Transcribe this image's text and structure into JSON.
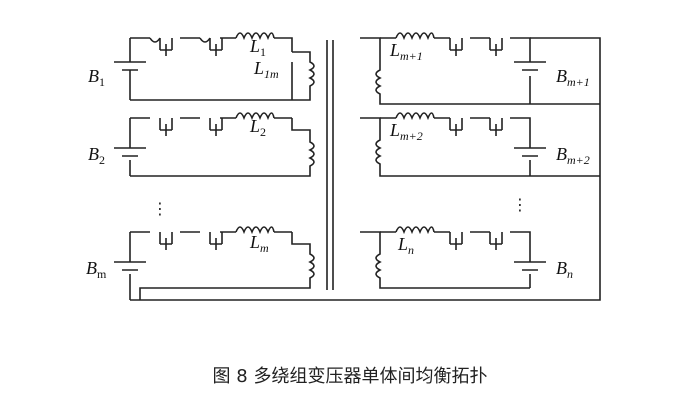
{
  "labels": {
    "B1": "B",
    "B1_sub": "1",
    "B2": "B",
    "B2_sub": "2",
    "Bm": "B",
    "Bm_sub": "m",
    "L1": "L",
    "L1_sub": "1",
    "L1m": "L",
    "L1m_sub": "1m",
    "L2": "L",
    "L2_sub": "2",
    "Lm": "L",
    "Lm_sub": "m",
    "Lm1": "L",
    "Lm1_sub": "m+1",
    "Lm2": "L",
    "Lm2_sub": "m+2",
    "Ln": "L",
    "Ln_sub": "n",
    "Bm1": "B",
    "Bm1_sub": "m+1",
    "Bm2": "B",
    "Bm2_sub": "m+2",
    "Bn": "B",
    "Bn_sub": "n"
  },
  "ellipsis": "⋮",
  "caption": "图 8 多绕组变压器单体间均衡拓扑"
}
